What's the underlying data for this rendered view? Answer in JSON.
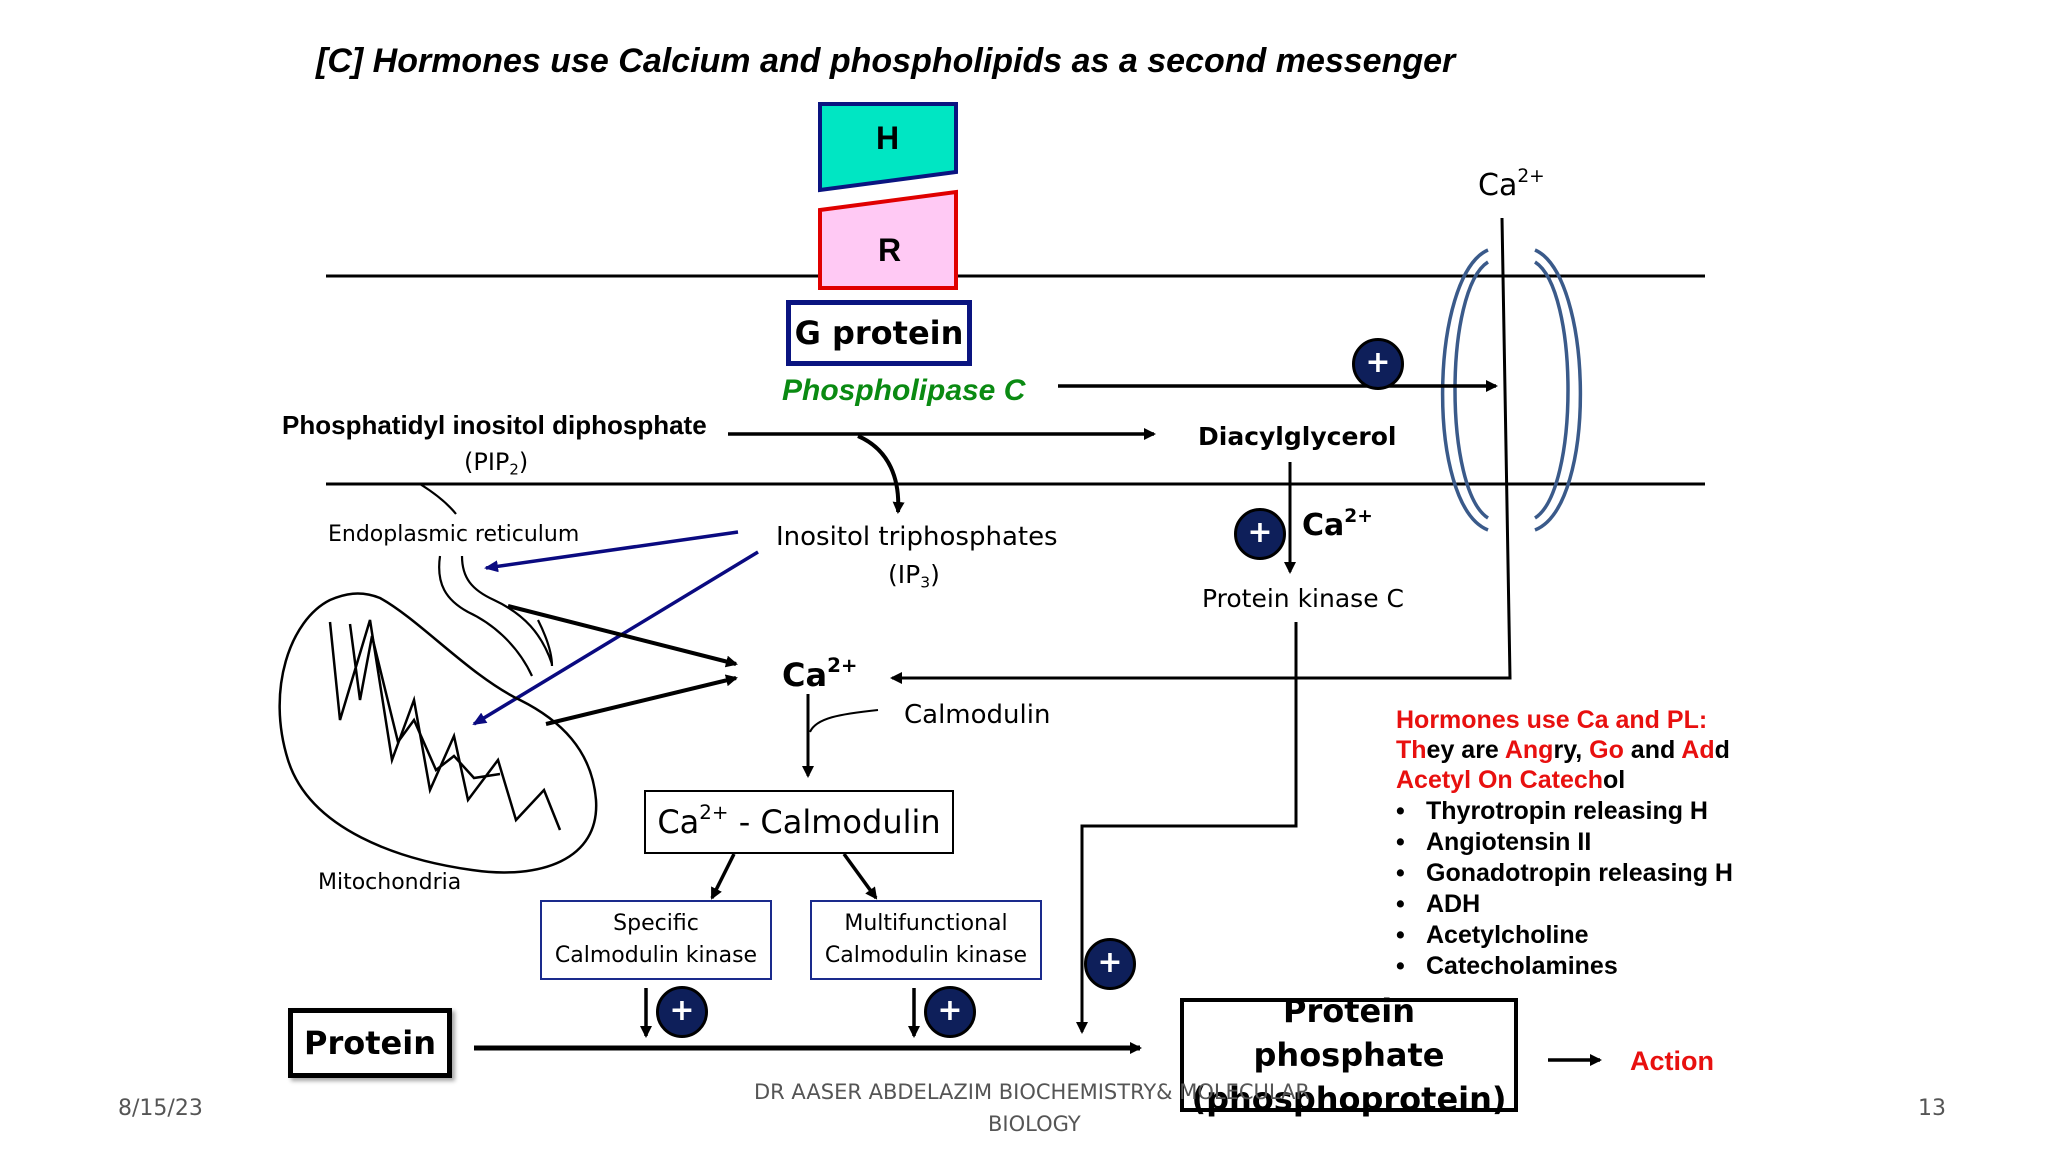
{
  "title": "[C] Hormones use Calcium and phospholipids as a second messenger",
  "hormone_label": "H",
  "receptor_label": "R",
  "g_protein": "G protein",
  "phospholipase": "Phospholipase C",
  "pip2_name": "Phosphatidyl inositol diphosphate",
  "pip2_abbr": "(PIP",
  "pip2_sub": "2",
  "pip2_close": ")",
  "dag": "Diacylglycerol",
  "ca": "Ca",
  "ca_charge": "2+",
  "ip3_name": "Inositol triphosphates",
  "ip3_abbr": "(IP",
  "ip3_sub": "3",
  "ip3_close": ")",
  "er": "Endoplasmic reticulum",
  "mitochondria": "Mitochondria",
  "pkc": "Protein kinase C",
  "calmodulin": "Calmodulin",
  "ca_calmodulin": " - Calmodulin",
  "specific_kinase_line1": "Specific",
  "specific_kinase_line2": "Calmodulin kinase",
  "multi_kinase_line1": "Multifunctional",
  "multi_kinase_line2": "Calmodulin kinase",
  "protein": "Protein",
  "phosphoprotein_line1": "Protein phosphate",
  "phosphoprotein_line2": "(phosphoprotein)",
  "action": "Action",
  "plus": "+",
  "mnemonic": {
    "heading": "Hormones use Ca and PL:",
    "line2": [
      {
        "t": "Th",
        "red": true
      },
      {
        "t": "ey are ",
        "red": false
      },
      {
        "t": "Ang",
        "red": true
      },
      {
        "t": "ry, ",
        "red": false
      },
      {
        "t": "Go",
        "red": true
      },
      {
        "t": " and ",
        "red": false
      },
      {
        "t": "Ad",
        "red": true
      },
      {
        "t": "d",
        "red": false
      }
    ],
    "line3": [
      {
        "t": "Acetyl ",
        "red": true
      },
      {
        "t": "On ",
        "red": true
      },
      {
        "t": "Catech",
        "red": true
      },
      {
        "t": "ol",
        "red": false
      }
    ],
    "items": [
      "Thyrotropin releasing H",
      "Angiotensin II",
      "Gonadotropin releasing H",
      "ADH",
      "Acetylcholine",
      "Catecholamines"
    ]
  },
  "footer": {
    "date": "8/15/23",
    "author_line1": "DR AASER ABDELAZIM  BIOCHEMISTRY& MOLECULAR",
    "author_line2": "BIOLOGY",
    "page": "13"
  },
  "colors": {
    "hormone_fill": "#00e6c3",
    "receptor_fill": "#ffc9f4",
    "receptor_border": "#e00000",
    "gprotein_border": "#0a1480",
    "kinase_border": "#1a2a8c",
    "plus_fill": "#0e1f5a",
    "channel": "#3a5a8a",
    "blue_arrow": "#0a0a80",
    "red_text": "#e8100f",
    "green_text": "#0a8a12"
  }
}
